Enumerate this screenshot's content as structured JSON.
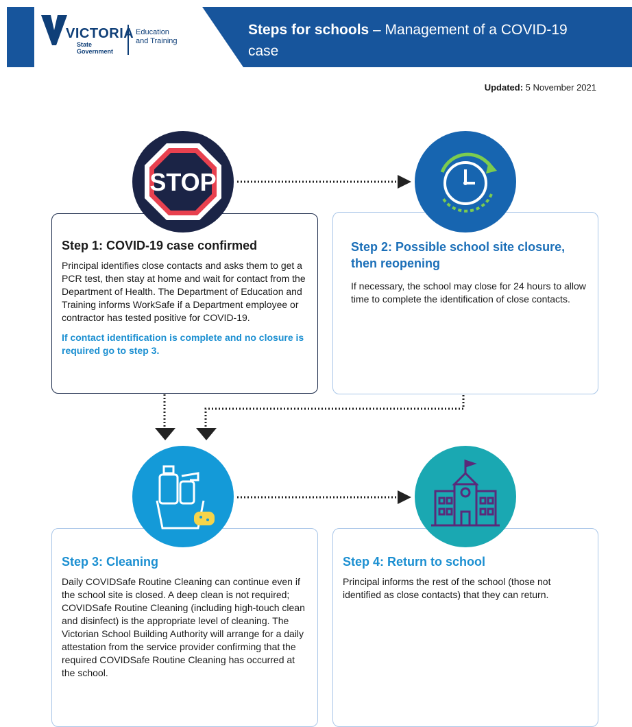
{
  "header": {
    "logo_name": "VICTORIA",
    "logo_sub_line1": "State",
    "logo_sub_line2": "Government",
    "dept_line1": "Education",
    "dept_line2": "and Training",
    "title_bold": "Steps for schools",
    "title_rest": " – Management of a COVID-19 case",
    "brand_color": "#17559c"
  },
  "updated": {
    "label": "Updated:",
    "date": "5 November 2021"
  },
  "steps": [
    {
      "title": "Step 1: COVID-19 case confirmed",
      "body": "Principal identifies close contacts and asks them to get a PCR test, then stay at home and wait for contact from the Department of Health. The Department of Education and Training informs WorkSafe if a Department employee or contractor has tested positive for COVID-19.",
      "note": "If contact identification is complete and no closure is required go to step 3.",
      "icon": "stop-sign-icon"
    },
    {
      "title": "Step 2: Possible school site closure, then reopening",
      "body": "If necessary, the school may close for 24 hours to allow time to complete the identification of close contacts.",
      "icon": "clock-icon"
    },
    {
      "title": "Step 3: Cleaning",
      "body": "Daily COVIDSafe Routine Cleaning can continue even if the school site is closed. A deep clean is not required; COVIDSafe Routine Cleaning (including high-touch clean and disinfect) is the appropriate level of cleaning. The Victorian School Building Authority will arrange for a daily attestation from the service provider confirming that the required COVIDSafe Routine Cleaning has occurred at the school.",
      "icon": "cleaning-supplies-icon"
    },
    {
      "title": "Step 4: Return to school",
      "body": "Principal informs the rest of the school (those not identified as close contacts) that they can return.",
      "icon": "school-building-icon"
    }
  ],
  "stop_text": "STOP"
}
